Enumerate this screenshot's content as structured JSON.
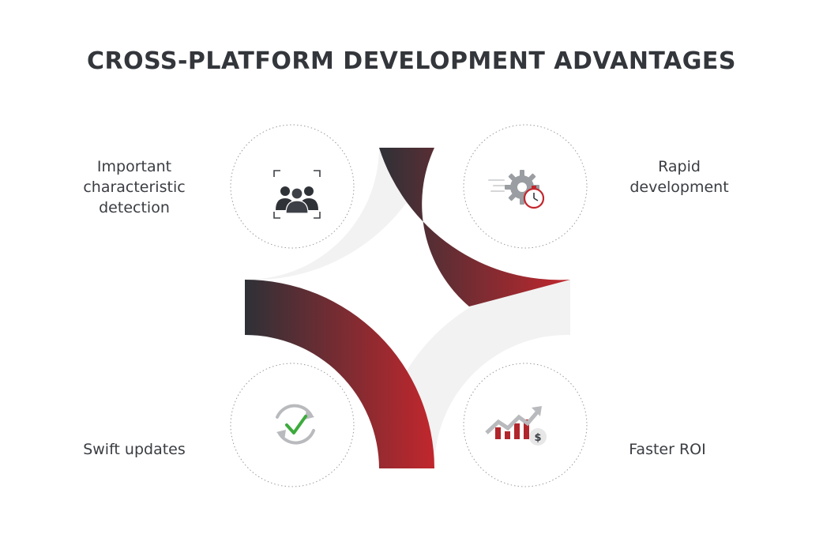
{
  "title": "CROSS-PLATFORM DEVELOPMENT ADVANTAGES",
  "advantages": [
    {
      "lines": [
        "Important",
        "characteristic",
        "detection"
      ],
      "icon": "people-focus-icon"
    },
    {
      "lines": [
        "Rapid",
        "development"
      ],
      "icon": "gear-clock-icon"
    },
    {
      "lines": [
        "Swift updates"
      ],
      "icon": "sync-check-icon"
    },
    {
      "lines": [
        "Faster ROI"
      ],
      "icon": "growth-chart-dollar-icon"
    }
  ],
  "colors": {
    "title": "#33363b",
    "text": "#3a3d42",
    "gradient_dark": "#2e3137",
    "gradient_red": "#c1272d",
    "light_arc": "#f2f2f2",
    "icon_gray": "#8a8d91",
    "icon_green": "#3dab3d"
  }
}
